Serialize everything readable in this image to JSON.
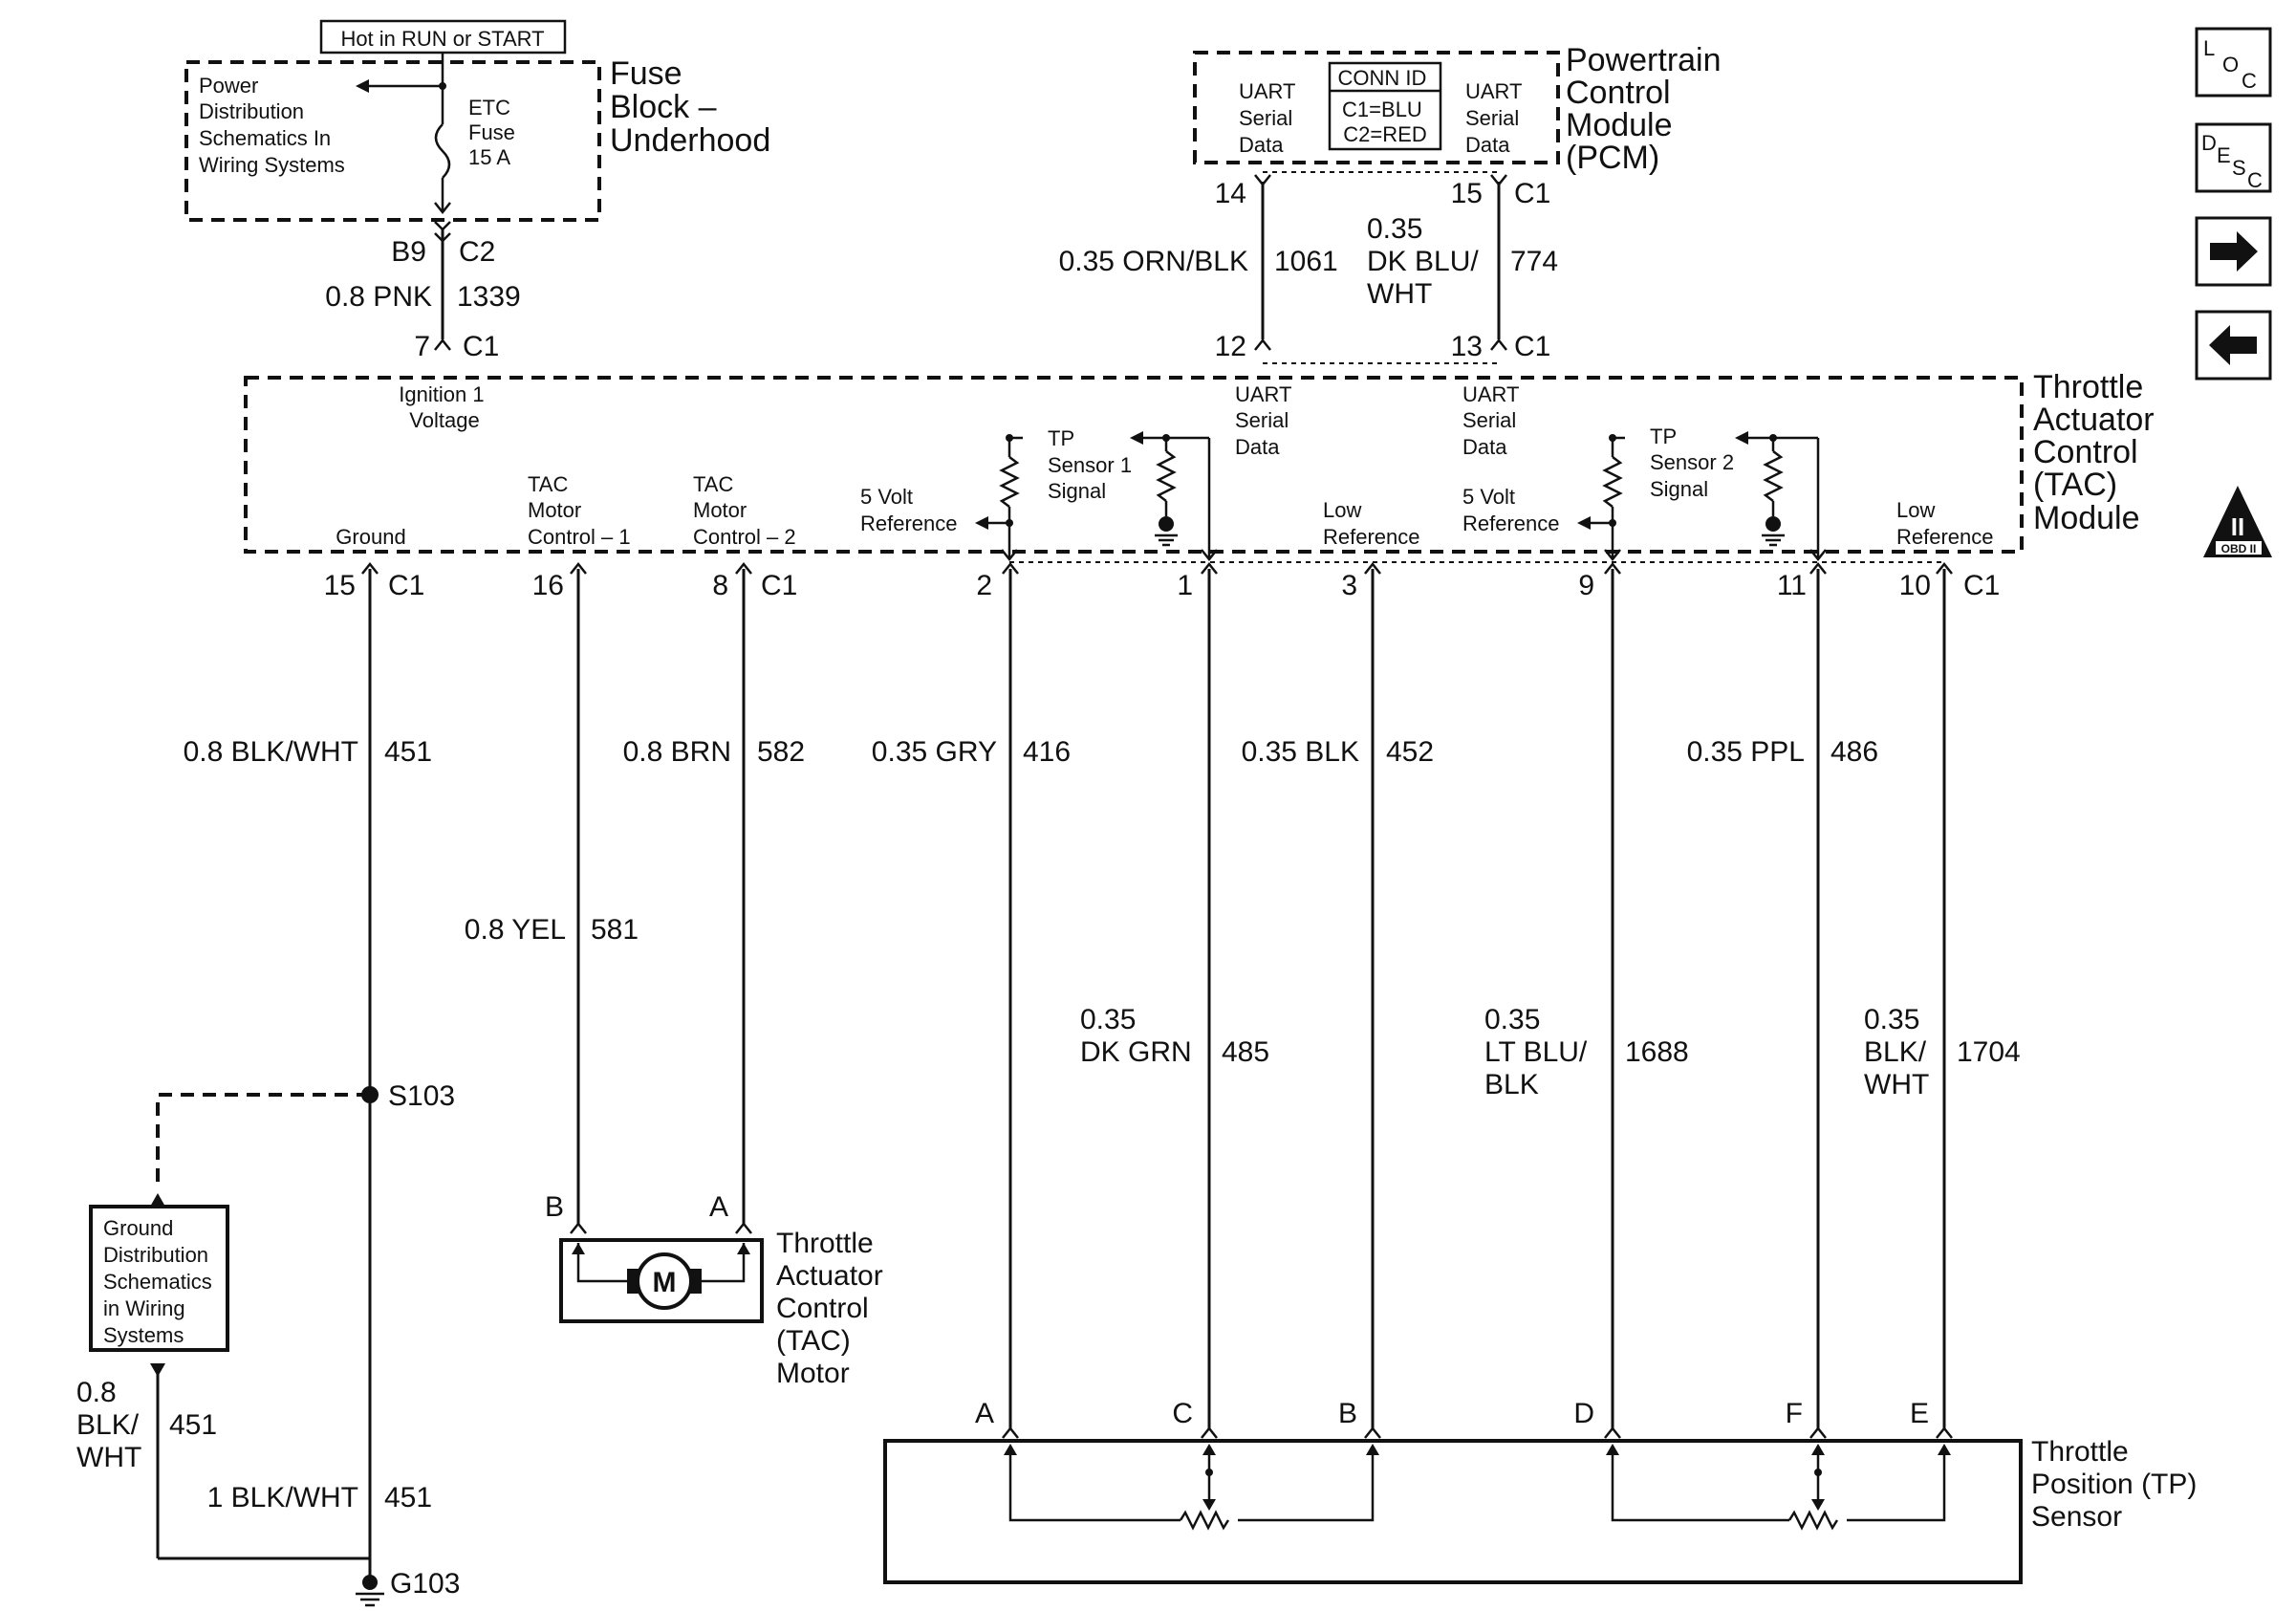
{
  "fuse_block": {
    "hot_label": "Hot in RUN or START",
    "title": [
      "Fuse",
      "Block –",
      "Underhood"
    ],
    "power_dist": [
      "Power",
      "Distribution",
      "Schematics In",
      "Wiring Systems"
    ],
    "fuse": [
      "ETC",
      "Fuse",
      "15 A"
    ]
  },
  "pcm": {
    "title": [
      "Powertrain",
      "Control",
      "Module",
      "(PCM)"
    ],
    "conn_id": [
      "CONN ID",
      "C1=BLU",
      "C2=RED"
    ],
    "uart_left": [
      "UART",
      "Serial",
      "Data"
    ],
    "uart_right": [
      "UART",
      "Serial",
      "Data"
    ]
  },
  "tac_module": {
    "title": [
      "Throttle",
      "Actuator",
      "Control",
      "(TAC)",
      "Module"
    ],
    "ignition": [
      "Ignition 1",
      "Voltage"
    ],
    "ground": "Ground",
    "motor1": [
      "TAC",
      "Motor",
      "Control – 1"
    ],
    "motor2": [
      "TAC",
      "Motor",
      "Control – 2"
    ],
    "ref5v_1": [
      "5 Volt",
      "Reference"
    ],
    "tp1": [
      "TP",
      "Sensor 1",
      "Signal"
    ],
    "uart_1": [
      "UART",
      "Serial",
      "Data"
    ],
    "lowref_1": [
      "Low",
      "Reference"
    ],
    "uart_2": [
      "UART",
      "Serial",
      "Data"
    ],
    "ref5v_2": [
      "5 Volt",
      "Reference"
    ],
    "tp2": [
      "TP",
      "Sensor 2",
      "Signal"
    ],
    "lowref_2": [
      "Low",
      "Reference"
    ]
  },
  "pins": {
    "b9": "B9",
    "c2": "C2",
    "p7": "7",
    "c1a": "C1",
    "p14": "14",
    "p15top": "15",
    "c1b": "C1",
    "p12": "12",
    "p13": "13",
    "c1c": "C1",
    "p15": "15",
    "c1d": "C1",
    "p16": "16",
    "p8": "8",
    "c1e": "C1",
    "p2": "2",
    "p1": "1",
    "p3": "3",
    "p9": "9",
    "p11": "11",
    "p10": "10",
    "c1f": "C1"
  },
  "wires": {
    "pnk": "0.8 PNK",
    "pnk_n": "1339",
    "orn": "0.35 ORN/BLK",
    "orn_n": "1061",
    "dkblu": [
      "0.35",
      "DK BLU/",
      "WHT"
    ],
    "dkblu_n": "774",
    "blkwht": "0.8 BLK/WHT",
    "blkwht_n": "451",
    "brn": "0.8 BRN",
    "brn_n": "582",
    "yel": "0.8 YEL",
    "yel_n": "581",
    "gry": "0.35 GRY",
    "gry_n": "416",
    "blk": "0.35 BLK",
    "blk_n": "452",
    "ppl": "0.35 PPL",
    "ppl_n": "486",
    "dkgrn": [
      "0.35",
      "DK GRN"
    ],
    "dkgrn_n": "485",
    "ltblu": [
      "0.35",
      "LT BLU/",
      "BLK"
    ],
    "ltblu_n": "1688",
    "blkwht2": [
      "0.35",
      "BLK/",
      "WHT"
    ],
    "blkwht2_n": "1704",
    "gnd1": [
      "0.8",
      "BLK/",
      "WHT"
    ],
    "gnd1_n": "451",
    "gnd2": "1 BLK/WHT",
    "gnd2_n": "451"
  },
  "splice": "S103",
  "ground_point": "G103",
  "ground_dist": [
    "Ground",
    "Distribution",
    "Schematics",
    "in Wiring",
    "Systems"
  ],
  "motor": {
    "symbol": "M",
    "title": [
      "Throttle",
      "Actuator",
      "Control",
      "(TAC)",
      "Motor"
    ],
    "pin_b": "B",
    "pin_a": "A"
  },
  "tp_sensor": {
    "title": [
      "Throttle",
      "Position (TP)",
      "Sensor"
    ],
    "pins": [
      "A",
      "C",
      "B",
      "D",
      "F",
      "E"
    ]
  },
  "nav": {
    "loc": [
      "L",
      "O",
      "C"
    ],
    "desc": [
      "D",
      "E",
      "S",
      "C"
    ],
    "obd": [
      "II",
      "OBD II"
    ]
  }
}
